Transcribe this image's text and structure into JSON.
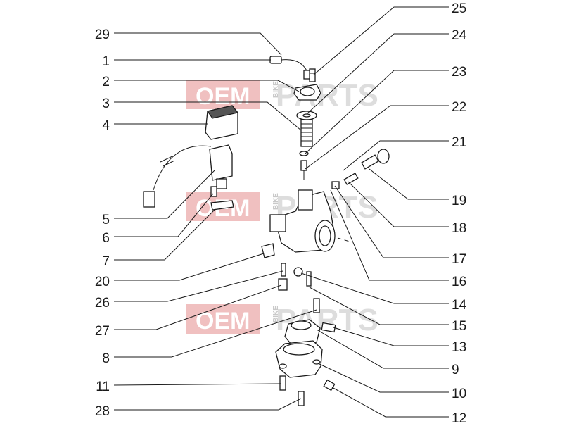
{
  "watermark": {
    "left": "OEM",
    "middle": "BIKE",
    "right": "PARTS"
  },
  "callouts": {
    "c29": "29",
    "c1": "1",
    "c2": "2",
    "c3": "3",
    "c4": "4",
    "c5": "5",
    "c6": "6",
    "c7": "7",
    "c20": "20",
    "c26": "26",
    "c27": "27",
    "c8": "8",
    "c11": "11",
    "c28": "28",
    "c25": "25",
    "c24": "24",
    "c23": "23",
    "c22": "22",
    "c21": "21",
    "c19": "19",
    "c18": "18",
    "c17": "17",
    "c16": "16",
    "c14": "14",
    "c15": "15",
    "c13": "13",
    "c9": "9",
    "c10": "10",
    "c12": "12"
  }
}
